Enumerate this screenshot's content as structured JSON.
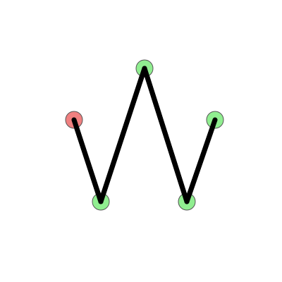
{
  "puzzle": {
    "colors": {
      "background": "#ffffff",
      "edge": "#000000",
      "node_unvisited": "#90ee90",
      "node_current": "#f08080",
      "node_stroke": "#555555"
    },
    "nodes": [
      {
        "id": "n1",
        "state": "unvisited"
      },
      {
        "id": "n2",
        "state": "current"
      },
      {
        "id": "n3",
        "state": "unvisited"
      },
      {
        "id": "n4",
        "state": "unvisited"
      },
      {
        "id": "n5",
        "state": "unvisited"
      }
    ],
    "path": [
      "n4",
      "n1",
      "n5",
      "n2"
    ],
    "remaining_segment": [
      "n3",
      "n4"
    ]
  }
}
